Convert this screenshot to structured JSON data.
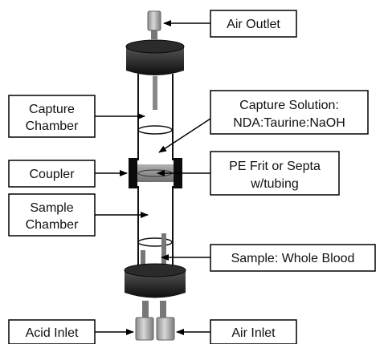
{
  "labels": {
    "air_outlet": "Air Outlet",
    "capture_chamber": [
      "Capture",
      "Chamber"
    ],
    "capture_solution": [
      "Capture Solution:",
      "NDA:Taurine:NaOH"
    ],
    "coupler": "Coupler",
    "pe_frit": [
      "PE Frit or Septa",
      "w/tubing"
    ],
    "sample_chamber": [
      "Sample",
      "Chamber"
    ],
    "sample": "Sample: Whole Blood",
    "acid_inlet": "Acid Inlet",
    "air_inlet": "Air Inlet"
  }
}
